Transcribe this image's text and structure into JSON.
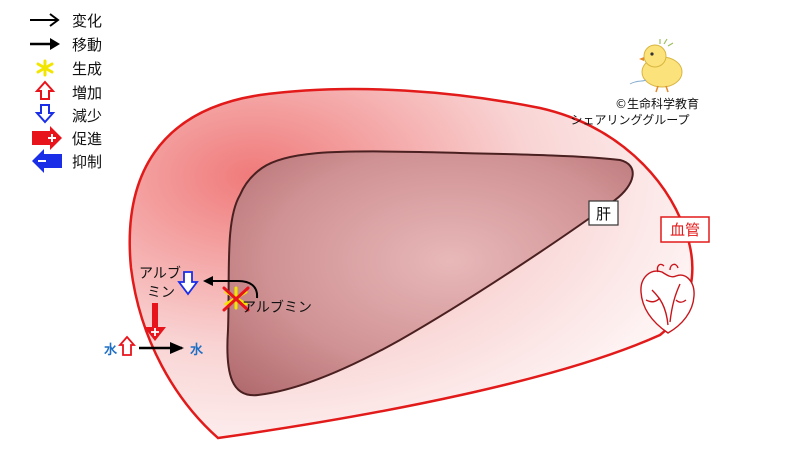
{
  "legend": [
    {
      "label": "変化",
      "icon": "thin-arrow-right-icon"
    },
    {
      "label": "移動",
      "icon": "bold-arrow-right-icon"
    },
    {
      "label": "生成",
      "icon": "yellow-star-icon",
      "color": "#f2e600"
    },
    {
      "label": "増加",
      "icon": "hollow-up-arrow-icon",
      "color": "#e8141c"
    },
    {
      "label": "減少",
      "icon": "hollow-down-arrow-icon",
      "color": "#1a2ee8"
    },
    {
      "label": "促進",
      "icon": "block-arrow-right-icon",
      "color": "#e8141c"
    },
    {
      "label": "抑制",
      "icon": "block-arrow-left-icon",
      "color": "#1a2ee8"
    }
  ],
  "copyright": {
    "line1": "©生命科学教育",
    "line2": "シェアリンググループ"
  },
  "labels": {
    "liver": "肝",
    "vessel": "血管",
    "albumin_liver": "アルブミン",
    "albumin_vessel_line1": "アルブ",
    "albumin_vessel_line2": "ミン",
    "water_left": "水",
    "water_right": "水"
  },
  "colors": {
    "vessel_stroke": "#e21a1a",
    "liver_fill": "#c98a8c",
    "liver_stroke": "#4a2020",
    "water_text": "#1f6fc4",
    "increase": "#e8141c",
    "decrease": "#1a2ee8",
    "cross_red": "#e8141c",
    "cross_yellow": "#f2e600"
  }
}
